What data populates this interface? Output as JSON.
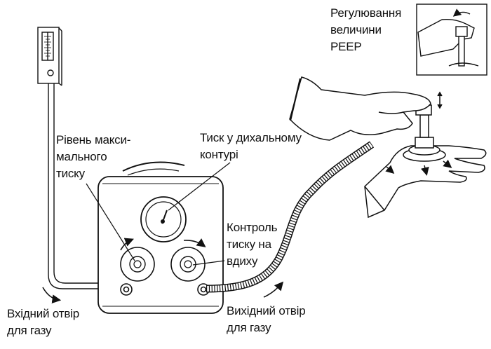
{
  "labels": {
    "max_pressure": [
      "Рівень макси-",
      "мального",
      "тиску"
    ],
    "circuit_pressure": [
      "Тиск у дихальному",
      "контурі"
    ],
    "inspiration_control": [
      "Контроль",
      "тиску на",
      "вдиху"
    ],
    "gas_inlet": [
      "Вхідний отвір",
      "для газу"
    ],
    "gas_outlet": [
      "Вихідний отвір",
      "для газу"
    ],
    "peep_adjust": [
      "Регулювання",
      "величини",
      "PEEP"
    ]
  },
  "colors": {
    "ink": "#111111",
    "paper": "#ffffff",
    "glove": "#ffffff"
  },
  "icons": [
    "manometer-icon",
    "pressure-gauge-icon",
    "rotate-arrow-icon",
    "peep-valve-icon",
    "gloved-hand-icon",
    "corrugated-tube-icon"
  ]
}
